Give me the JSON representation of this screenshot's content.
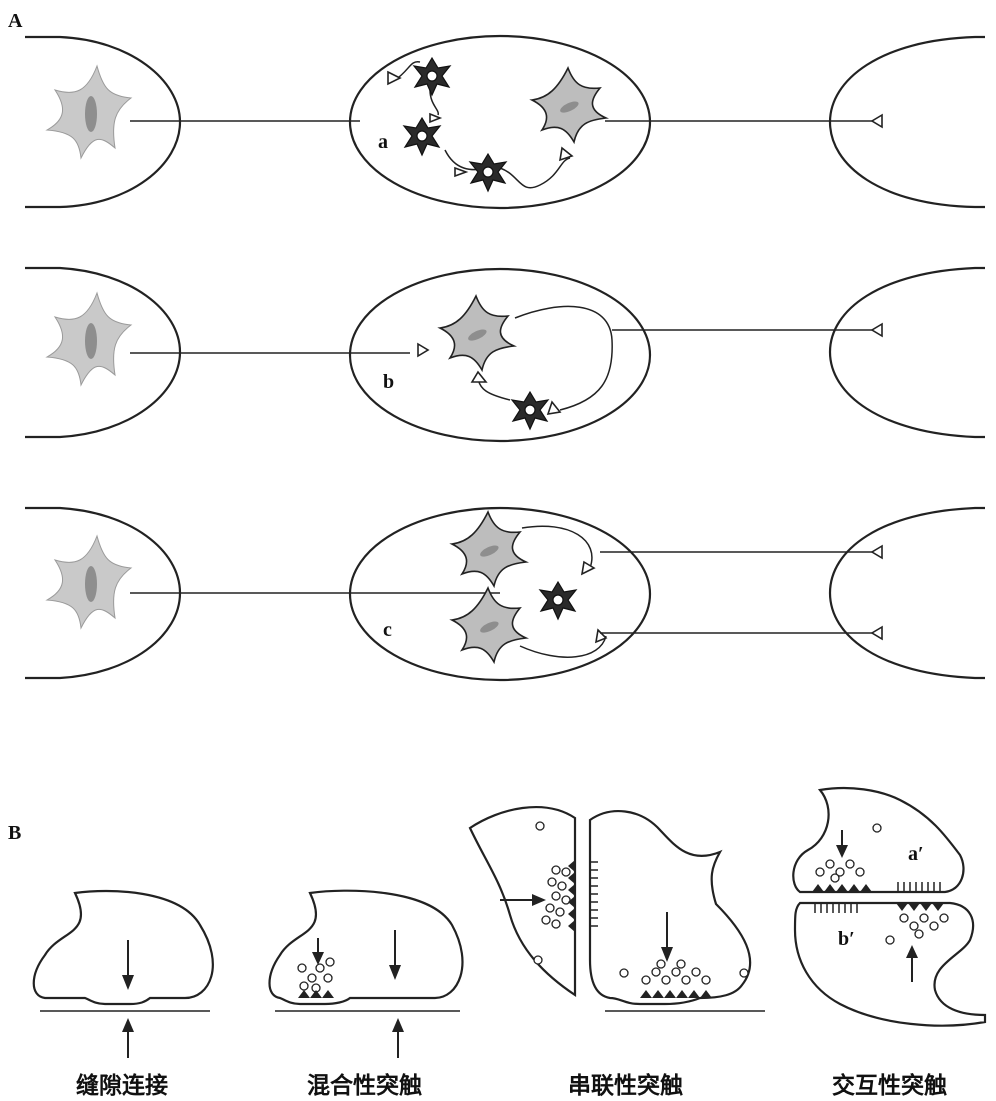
{
  "panels": {
    "a_label": "A",
    "b_label": "B"
  },
  "panel_a": {
    "circuit_labels": [
      "a",
      "b",
      "c"
    ]
  },
  "panel_b": {
    "captions": [
      "缝隙连接",
      "混合性突触",
      "串联性突触",
      "交互性突触"
    ],
    "reciprocal_labels": [
      "a′",
      "b′"
    ]
  },
  "colors": {
    "line": "#222222",
    "projection_neuron": "#c9c9c9",
    "interneuron": "#2a2a2a"
  }
}
